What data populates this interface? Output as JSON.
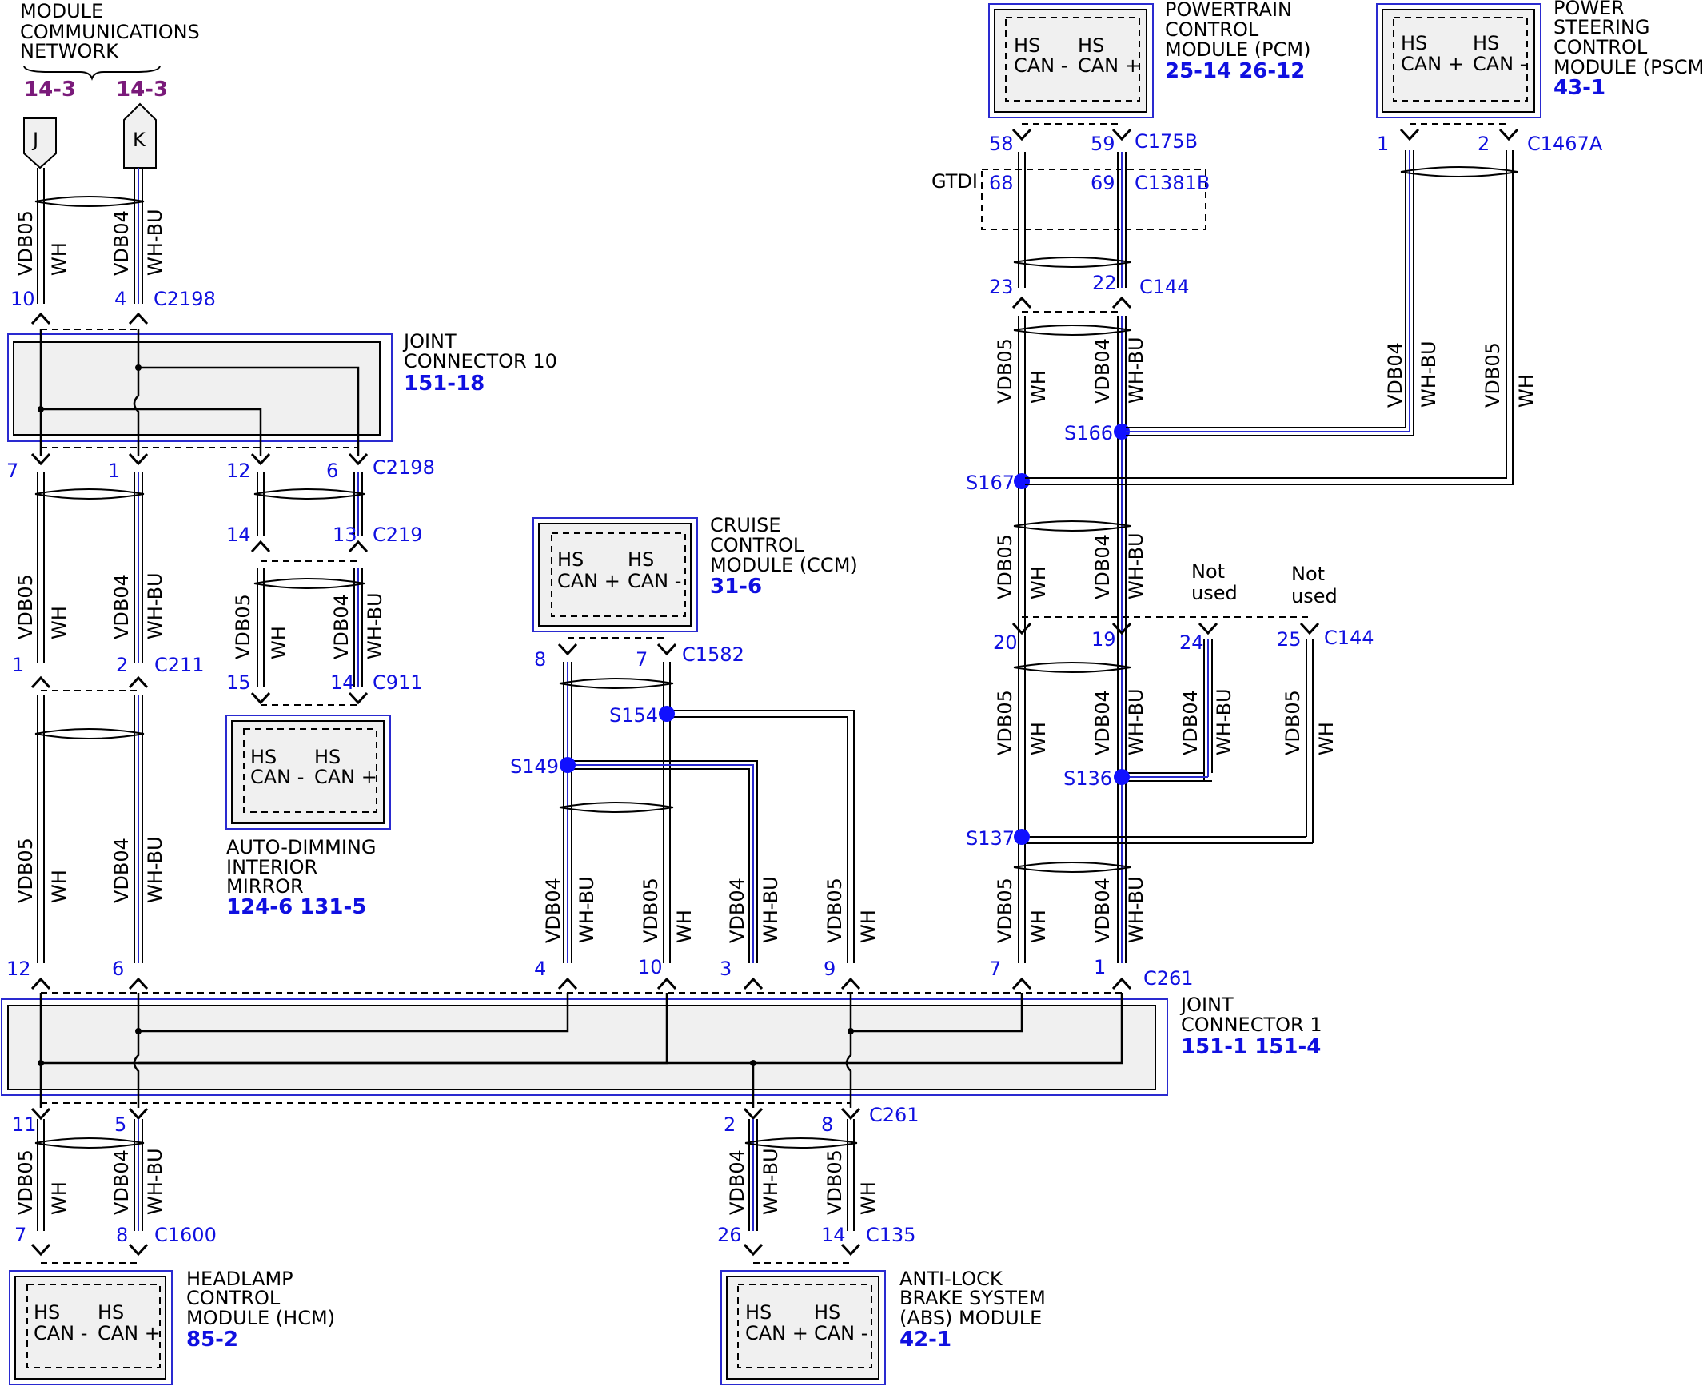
{
  "network": {
    "title": [
      "MODULE",
      "COMMUNICATIONS",
      "NETWORK"
    ],
    "refs": [
      "14-3",
      "14-3"
    ],
    "connector_labels": [
      "J",
      "K"
    ]
  },
  "wires": {
    "vdb05": "VDB05",
    "wh": "WH",
    "vdb04": "VDB04",
    "whbu": "WH-BU"
  },
  "connectors": {
    "c2198": "C2198",
    "c219": "C219",
    "c911": "C911",
    "c211": "C211",
    "c1582": "C1582",
    "c261": "C261",
    "c1600": "C1600",
    "c135": "C135",
    "c175b": "C175B",
    "c1381b": "C1381B",
    "c144": "C144",
    "c1467a": "C1467A"
  },
  "splices": {
    "s166": "S166",
    "s167": "S167",
    "s154": "S154",
    "s149": "S149",
    "s136": "S136",
    "s137": "S137"
  },
  "joint10": {
    "title": [
      "JOINT",
      "CONNECTOR 10"
    ],
    "ref": "151-18"
  },
  "joint1": {
    "title": [
      "JOINT",
      "CONNECTOR 1"
    ],
    "ref": "151-1 151-4"
  },
  "mirror": {
    "title": [
      "AUTO-DIMMING",
      "INTERIOR",
      "MIRROR"
    ],
    "ref": "124-6 131-5",
    "hs": [
      "HS",
      "HS"
    ],
    "can": [
      "CAN -",
      "CAN +"
    ]
  },
  "ccm": {
    "title": [
      "CRUISE",
      "CONTROL",
      "MODULE (CCM)"
    ],
    "ref": "31-6",
    "hs": [
      "HS",
      "HS"
    ],
    "can": [
      "CAN +",
      "CAN -"
    ]
  },
  "pcm": {
    "title": [
      "POWERTRAIN",
      "CONTROL",
      "MODULE (PCM)"
    ],
    "ref": "25-14 26-12",
    "hs": [
      "HS",
      "HS"
    ],
    "can": [
      "CAN -",
      "CAN +"
    ]
  },
  "pscm": {
    "title": [
      "POWER",
      "STEERING",
      "CONTROL",
      "MODULE (PSCM)"
    ],
    "ref": "43-1",
    "hs": [
      "HS",
      "HS"
    ],
    "can": [
      "CAN +",
      "CAN -"
    ]
  },
  "hcm": {
    "title": [
      "HEADLAMP",
      "CONTROL",
      "MODULE (HCM)"
    ],
    "ref": "85-2",
    "hs": [
      "HS",
      "HS"
    ],
    "can": [
      "CAN -",
      "CAN +"
    ]
  },
  "abs": {
    "title": [
      "ANTI-LOCK",
      "BRAKE SYSTEM",
      "(ABS) MODULE"
    ],
    "ref": "42-1",
    "hs": [
      "HS",
      "HS"
    ],
    "can": [
      "CAN +",
      "CAN -"
    ]
  },
  "gtdi": "GTDI",
  "not_used": [
    "Not",
    "used"
  ],
  "pins": {
    "p10": "10",
    "p4": "4",
    "p7": "7",
    "p1": "1",
    "p12": "12",
    "p6": "6",
    "p14": "14",
    "p13": "13",
    "p1b": "1",
    "p2": "2",
    "p15": "15",
    "p14b": "14",
    "p8": "8",
    "p7b": "7",
    "p12b": "12",
    "p6b": "6",
    "p4b": "4",
    "p10b": "10",
    "p3": "3",
    "p9": "9",
    "p7c": "7",
    "p1c": "1",
    "p11": "11",
    "p5": "5",
    "p2b": "2",
    "p8b": "8",
    "p7d": "7",
    "p8c": "8",
    "p26": "26",
    "p14c": "14",
    "p58": "58",
    "p59": "59",
    "p68": "68",
    "p69": "69",
    "p23": "23",
    "p22": "22",
    "p1d": "1",
    "p2c": "2",
    "p20": "20",
    "p19": "19",
    "p24": "24",
    "p25": "25"
  }
}
